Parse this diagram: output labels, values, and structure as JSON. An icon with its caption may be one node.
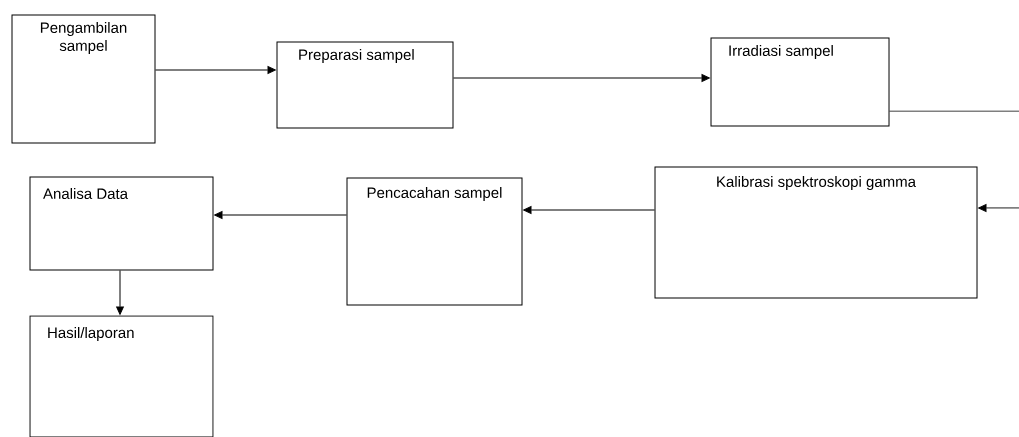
{
  "diagram": {
    "nodes": [
      {
        "text": [
          "Pengambilan sampel"
        ]
      },
      {
        "text": [
          "Preparasi sampel"
        ]
      },
      {
        "text": [
          "Irradiasi sampel"
        ]
      },
      {
        "text": [
          "Kalibrasi spektroskopi gamma"
        ]
      },
      {
        "text": [
          "Pencacahan sampel"
        ]
      },
      {
        "text": [
          "Analisa Data"
        ]
      },
      {
        "text": [
          "Hasil/laporan"
        ]
      }
    ],
    "edges": [
      {
        "from": 0,
        "to": 1,
        "arrow": "to"
      },
      {
        "from": 1,
        "to": 2,
        "arrow": "to"
      },
      {
        "from": 2,
        "to": null,
        "arrow": "none"
      },
      {
        "from": null,
        "to": 3,
        "arrow": "to"
      },
      {
        "from": 3,
        "to": 4,
        "arrow": "to"
      },
      {
        "from": 4,
        "to": 5,
        "arrow": "to"
      },
      {
        "from": 5,
        "to": 6,
        "arrow": "to"
      }
    ]
  }
}
